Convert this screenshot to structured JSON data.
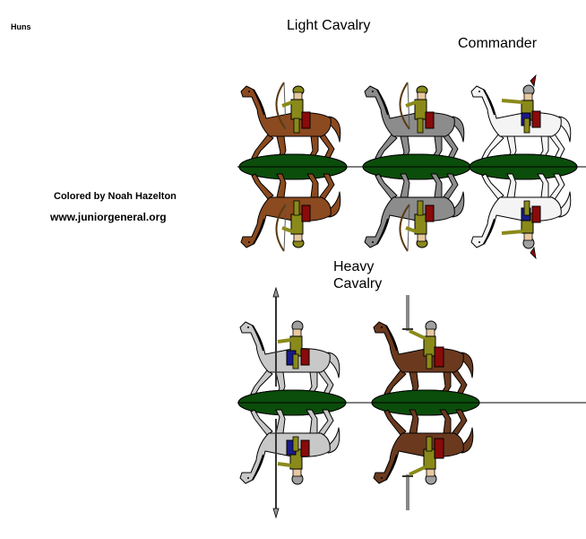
{
  "page": {
    "title": "Huns",
    "credit": "Colored by Noah Hazelton",
    "website": "www.juniorgeneral.org"
  },
  "sections": {
    "light_cavalry": "Light Cavalry",
    "commander": "Commander",
    "heavy_cavalry_line1": "Heavy",
    "heavy_cavalry_line2": "Cavalry"
  },
  "figures": [
    {
      "name": "light-cavalry-brown",
      "horse_color": "#8B4A1F",
      "weapon": "bow"
    },
    {
      "name": "light-cavalry-grey",
      "horse_color": "#8C8C8C",
      "weapon": "bow"
    },
    {
      "name": "commander-white",
      "horse_color": "#F4F4F4",
      "weapon": "none"
    },
    {
      "name": "heavy-cavalry-grey",
      "horse_color": "#C8C8C8",
      "weapon": "spear"
    },
    {
      "name": "heavy-cavalry-brown",
      "horse_color": "#6B3A1E",
      "weapon": "sword"
    }
  ],
  "colors": {
    "base": "#0B4D0B",
    "rider_tunic": "#8A8A1A",
    "cloth_red": "#8B0A0A",
    "cloth_blue": "#1A1A8B",
    "skin": "#E8C9A0",
    "helmet": "#A0A0A0"
  }
}
